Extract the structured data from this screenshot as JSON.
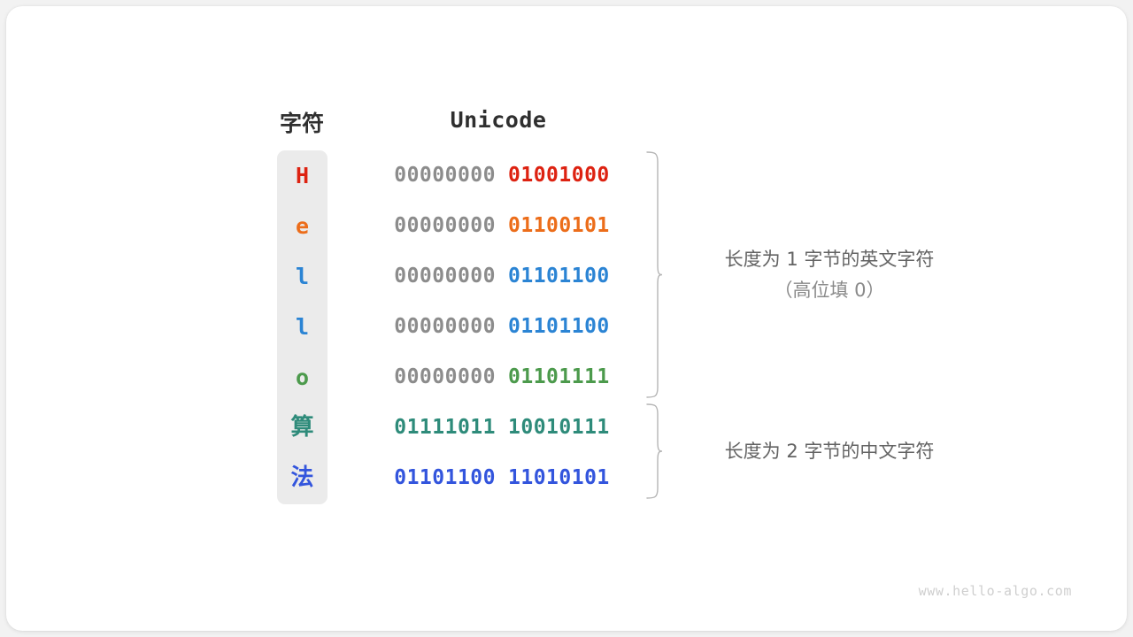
{
  "card": {
    "background": "#ffffff",
    "page_background": "#f2f2f2"
  },
  "headers": {
    "char": "字符",
    "unicode": "Unicode"
  },
  "colors": {
    "padding_gray": "#8c8c8c",
    "strip_background": "#ebebeb",
    "annotation": "#636363",
    "annotation_sub": "#8a8a8a",
    "watermark": "#cfcfcf"
  },
  "rows": [
    {
      "char": "H",
      "high_byte": "00000000",
      "low_byte": "01001000",
      "color": "#dd2211",
      "high_byte_color": "#8c8c8c",
      "is_cjk": false
    },
    {
      "char": "e",
      "high_byte": "00000000",
      "low_byte": "01100101",
      "color": "#ec6d1a",
      "high_byte_color": "#8c8c8c",
      "is_cjk": false
    },
    {
      "char": "l",
      "high_byte": "00000000",
      "low_byte": "01101100",
      "color": "#2b84d4",
      "high_byte_color": "#8c8c8c",
      "is_cjk": false
    },
    {
      "char": "l",
      "high_byte": "00000000",
      "low_byte": "01101100",
      "color": "#2b84d4",
      "high_byte_color": "#8c8c8c",
      "is_cjk": false
    },
    {
      "char": "o",
      "high_byte": "00000000",
      "low_byte": "01101111",
      "color": "#4c9a4c",
      "high_byte_color": "#8c8c8c",
      "is_cjk": false
    },
    {
      "char": "算",
      "high_byte": "01111011",
      "low_byte": "10010111",
      "color": "#2e8b7a",
      "high_byte_color": "#2e8b7a",
      "is_cjk": true
    },
    {
      "char": "法",
      "high_byte": "01101100",
      "low_byte": "11010101",
      "color": "#3355dd",
      "high_byte_color": "#3355dd",
      "is_cjk": true
    }
  ],
  "annotations": [
    {
      "main": "长度为 1 字节的英文字符",
      "sub": "（高位填 0）",
      "covers_rows": [
        0,
        1,
        2,
        3,
        4
      ]
    },
    {
      "main": "长度为 2 字节的中文字符",
      "sub": "",
      "covers_rows": [
        5,
        6
      ]
    }
  ],
  "watermark": "www.hello-algo.com"
}
